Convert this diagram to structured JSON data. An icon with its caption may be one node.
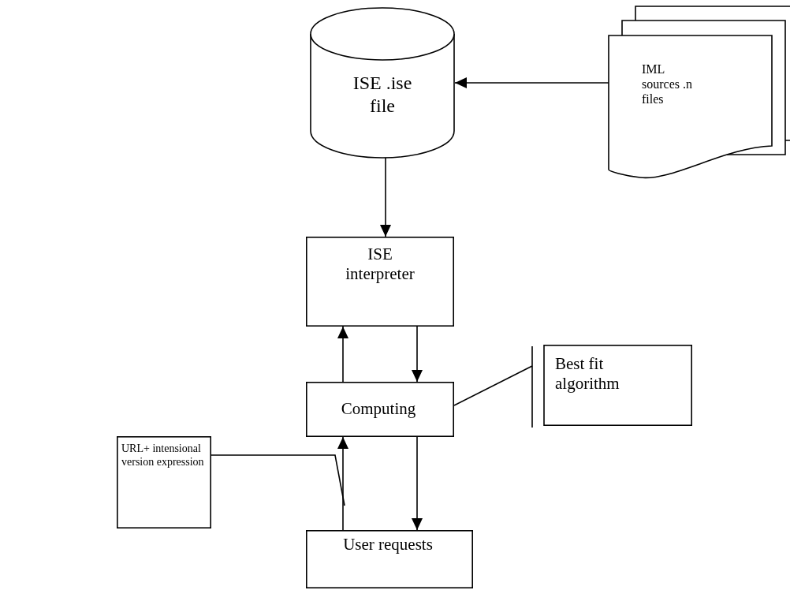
{
  "diagram": {
    "nodes": [
      {
        "text": [
          "ISE .ise file"
        ]
      },
      {
        "text": [
          "IML sources .n files"
        ]
      },
      {
        "text": [
          "ISE interpreter"
        ]
      },
      {
        "text": [
          "Computing"
        ]
      },
      {
        "text": [
          "Best fit algorithm"
        ]
      },
      {
        "text": [
          "URL+ intensional version expression"
        ]
      },
      {
        "text": [
          "User requests"
        ]
      }
    ],
    "edges": [
      {
        "from": 1,
        "to": 0,
        "arrow": "to"
      },
      {
        "from": 0,
        "to": 2,
        "arrow": "to"
      },
      {
        "from": 3,
        "to": 2,
        "arrow": "to"
      },
      {
        "from": 2,
        "to": 3,
        "arrow": "to"
      },
      {
        "from": 3,
        "to": 6,
        "arrow": "to"
      },
      {
        "from": 6,
        "to": 3,
        "arrow": "to"
      },
      {
        "from": 3,
        "to": 4,
        "arrow": "other"
      },
      {
        "from": 5,
        "to": null,
        "arrow": "none"
      }
    ]
  }
}
